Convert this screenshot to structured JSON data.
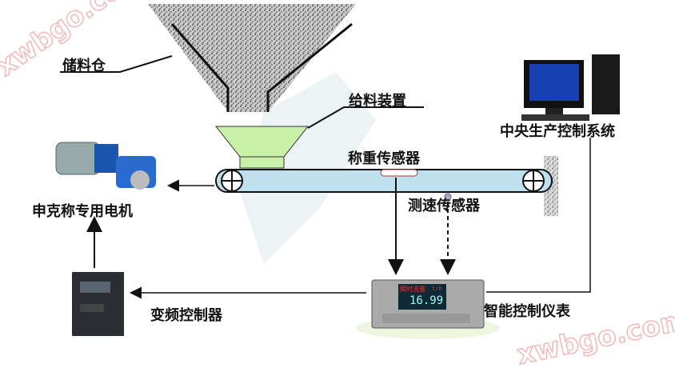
{
  "labels": {
    "silo": "储料仓",
    "feeder": "给料装置",
    "weigh_sensor": "称重传感器",
    "speed_sensor": "测速传感器",
    "motor": "申克称专用电机",
    "vfd": "变频控制器",
    "controller": "智能控制仪表",
    "central": "中央生产控制系统"
  },
  "controller_display": {
    "title": "瞬时流量",
    "unit": "t/h",
    "value": "16.99"
  },
  "watermark": "xwbgo.com",
  "colors": {
    "belt": "#bfe0ee",
    "feeder": "#c8f0a8",
    "watermark": "#f2b8b8"
  }
}
